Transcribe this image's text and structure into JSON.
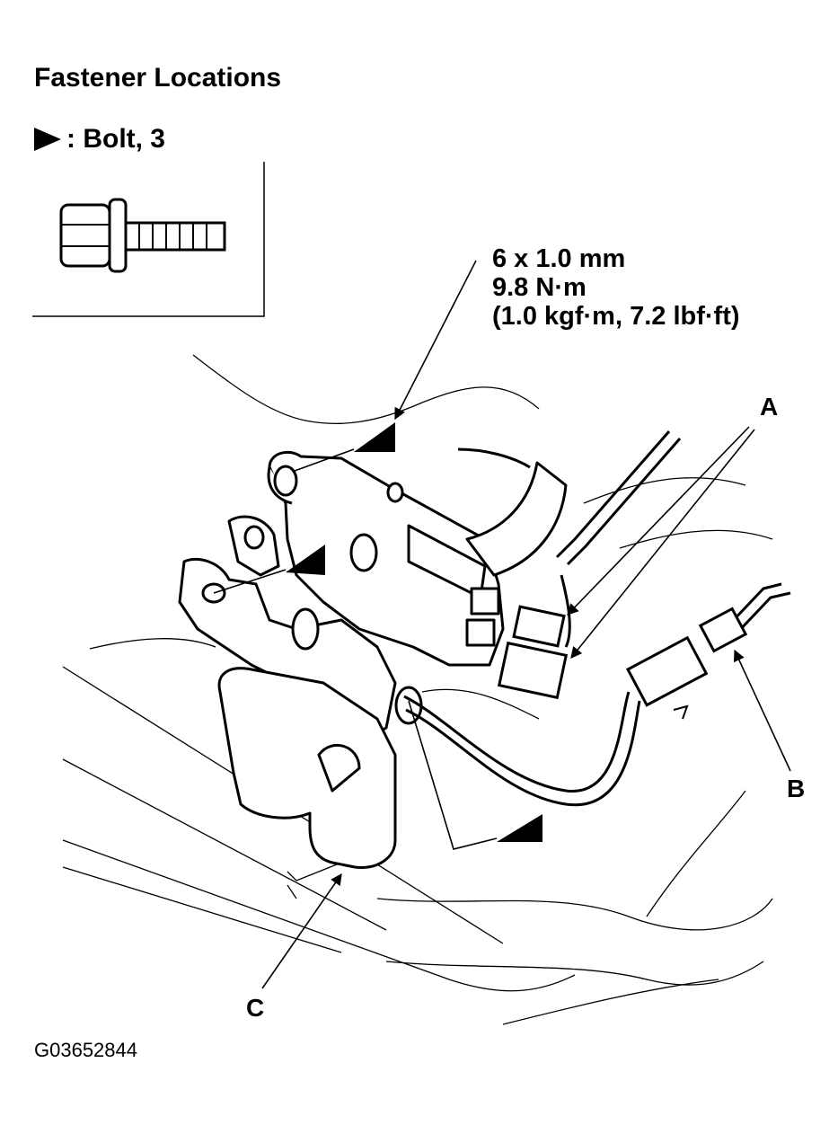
{
  "title": "Fastener Locations",
  "legend": {
    "symbol": "triangle-marker-icon",
    "text": ": Bolt, 3"
  },
  "spec": {
    "line1": "6 x 1.0 mm",
    "line2": "9.8 N·m",
    "line3": "(1.0 kgf·m, 7.2 lbf·ft)"
  },
  "callouts": {
    "a": "A",
    "b": "B",
    "c": "C"
  },
  "reference": "G03652844",
  "colors": {
    "ink": "#000000",
    "paper": "#ffffff"
  }
}
